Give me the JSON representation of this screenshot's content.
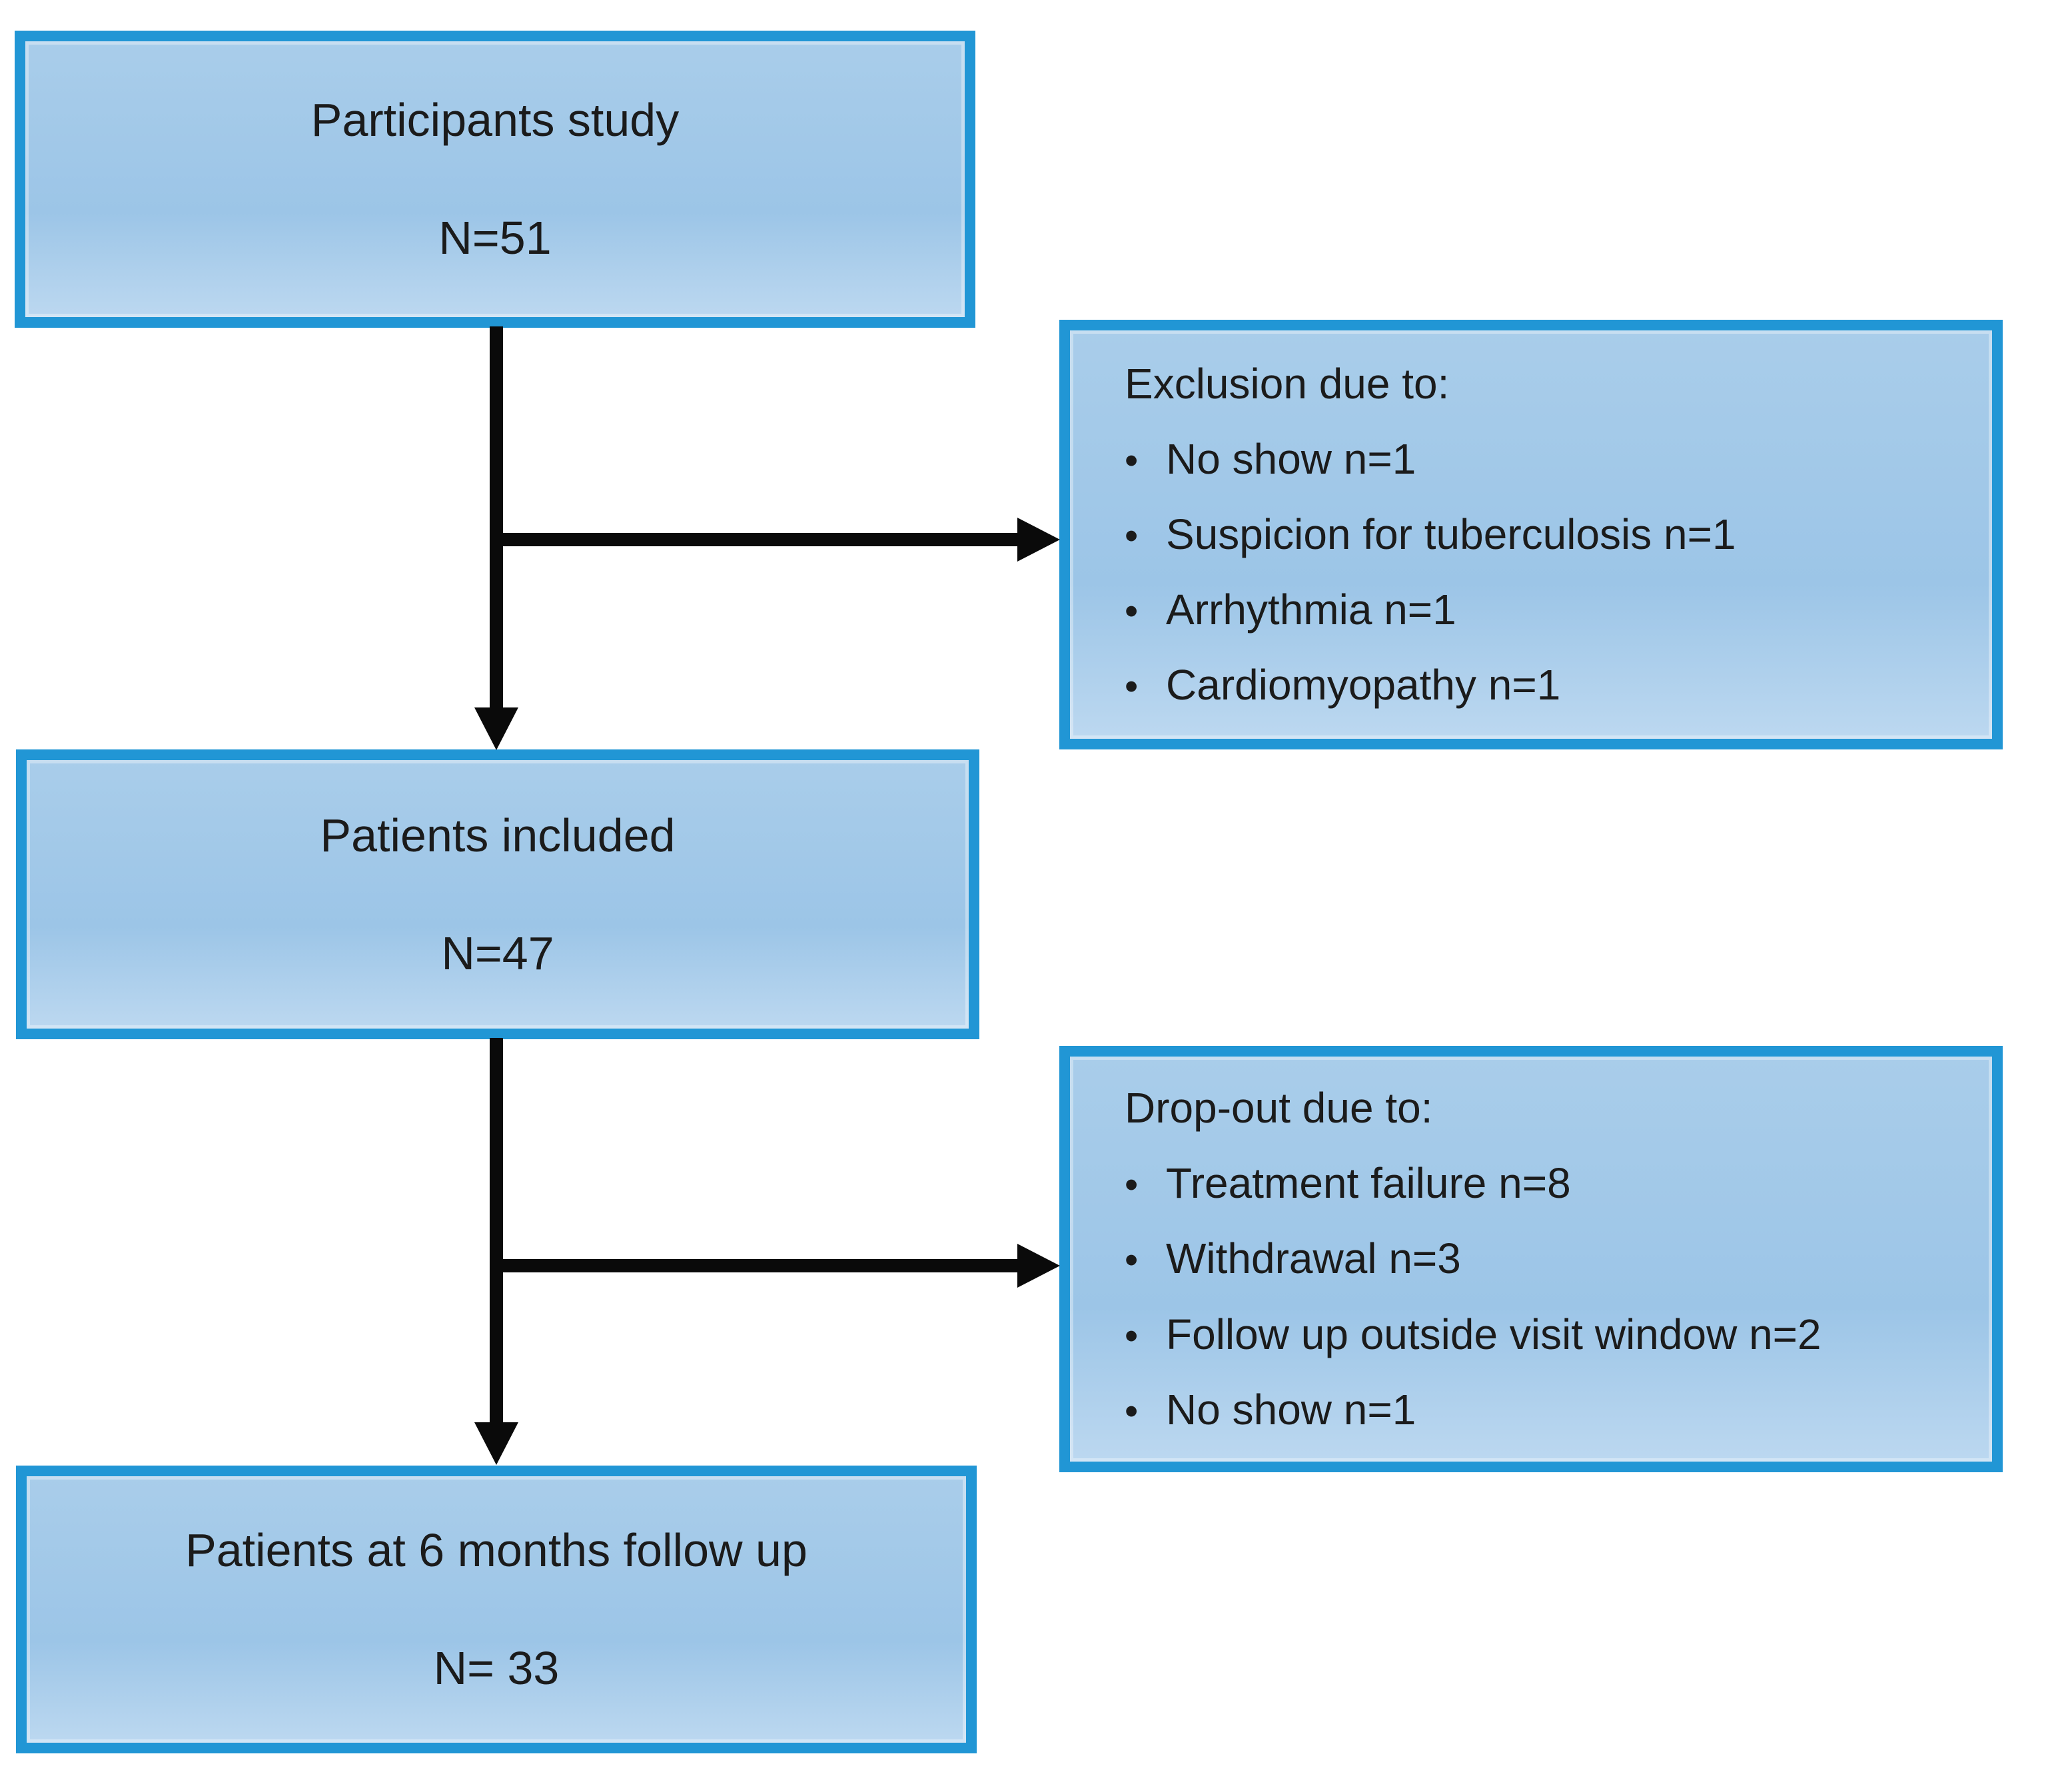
{
  "colors": {
    "box_border": "#2196d5",
    "box_fill_top": "#a9cdea",
    "box_fill_mid": "#9cc5e7",
    "box_fill_bottom": "#bcd8f0",
    "arrow": "#0a0a0a",
    "text": "#1b1b1b",
    "page_bg": "#ffffff"
  },
  "icons": {
    "bullet_glyph": "•"
  },
  "boxes": {
    "participants": {
      "title": "Participants study",
      "count": "N=51"
    },
    "exclusion": {
      "header": "Exclusion due to:",
      "items": [
        "No show n=1",
        "Suspicion for tuberculosis n=1",
        "Arrhythmia n=1",
        "Cardiomyopathy n=1"
      ]
    },
    "included": {
      "title": "Patients included",
      "count": "N=47"
    },
    "dropout": {
      "header": "Drop-out due to:",
      "items": [
        "Treatment failure n=8",
        "Withdrawal n=3",
        "Follow up outside visit window n=2",
        "No show n=1"
      ]
    },
    "followup": {
      "title": "Patients at 6 months follow up",
      "count": "N= 33"
    }
  }
}
